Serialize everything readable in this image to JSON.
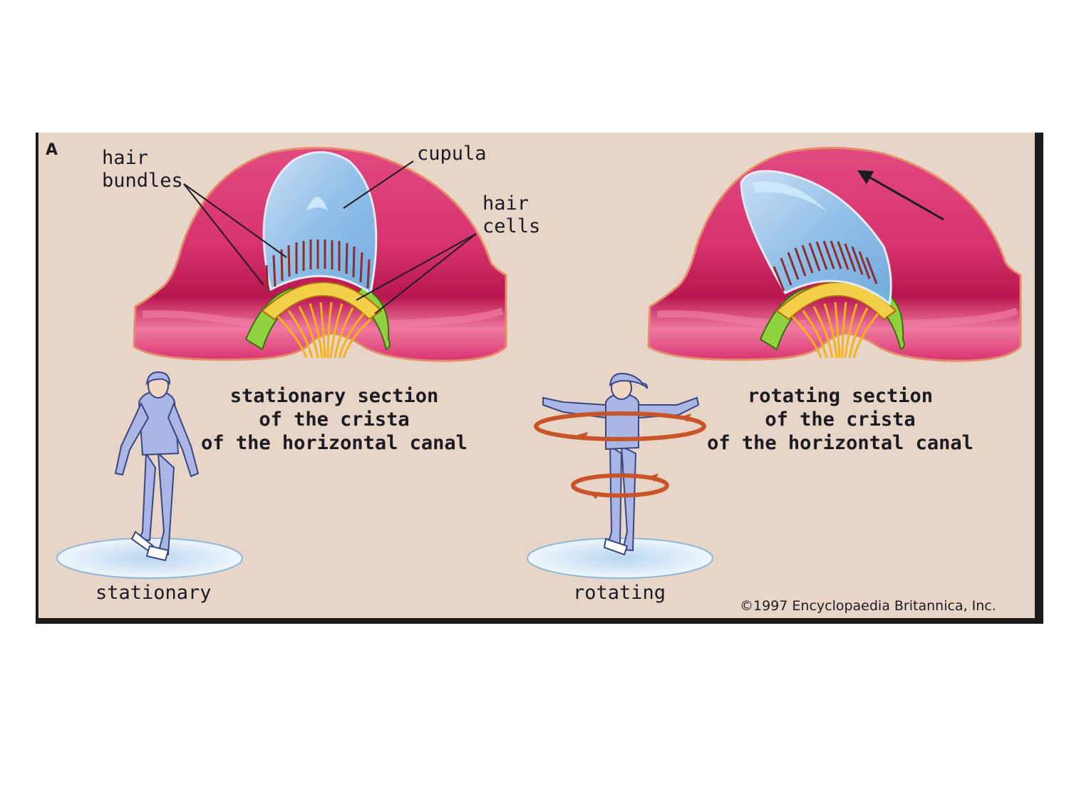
{
  "figure": {
    "panel_letter": "A",
    "labels": {
      "hair_bundles_l1": "hair",
      "hair_bundles_l2": "bundles",
      "cupula": "cupula",
      "hair_cells_l1": "hair",
      "hair_cells_l2": "cells"
    },
    "stationary_caption": {
      "line1": "stationary section",
      "line2": "of the crista",
      "line3": "of the horizontal canal"
    },
    "rotating_caption": {
      "line1": "rotating section",
      "line2": "of the crista",
      "line3": "of the horizontal canal"
    },
    "stationary_label": "stationary",
    "rotating_label": "rotating",
    "credit": "©1997 Encyclopaedia Britannica, Inc."
  },
  "colors": {
    "background": "#e7d6c7",
    "frame": "#1b1b1b",
    "canal": "#d8336f",
    "canal_dark": "#b8164f",
    "canal_light": "#ef7aa2",
    "canal_outline": "#e58a6a",
    "cupula": "#8ec7ef",
    "cupula_light": "#cbe7fb",
    "hair": "#8c2e2e",
    "support_cells": "#8fd13f",
    "nerve": "#f5b21a",
    "skater": "#a9b6e6",
    "ice": "#d2e6f7",
    "rotation_arrow": "#c8552a"
  }
}
